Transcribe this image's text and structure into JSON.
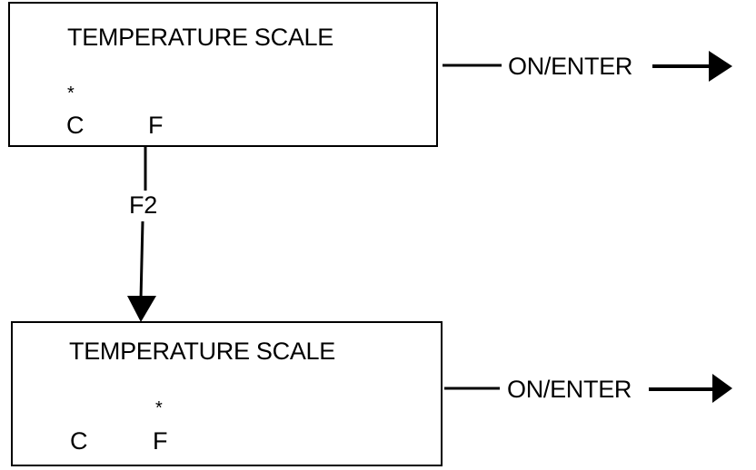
{
  "screens": [
    {
      "title": "TEMPERATURE SCALE",
      "selector": "*",
      "options": [
        "C",
        "F"
      ],
      "selected": "C",
      "action_label": "ON/ENTER"
    },
    {
      "title": "TEMPERATURE SCALE",
      "selector": "*",
      "options": [
        "C",
        "F"
      ],
      "selected": "F",
      "action_label": "ON/ENTER"
    }
  ],
  "transition": {
    "key_label": "F2"
  }
}
